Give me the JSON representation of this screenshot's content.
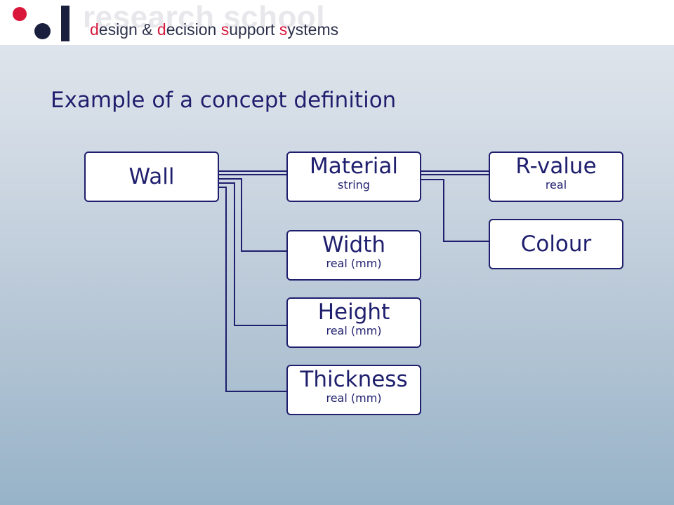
{
  "header": {
    "brand_watermark": "research school",
    "tagline": {
      "parts": [
        {
          "text": "d",
          "accent": true
        },
        {
          "text": "esign & ",
          "accent": false
        },
        {
          "text": "d",
          "accent": true
        },
        {
          "text": "ecision ",
          "accent": false
        },
        {
          "text": "s",
          "accent": true
        },
        {
          "text": "upport ",
          "accent": false
        },
        {
          "text": "s",
          "accent": true
        },
        {
          "text": "ystems",
          "accent": false
        }
      ]
    }
  },
  "slide": {
    "title": "Example of a concept definition"
  },
  "diagram": {
    "nodes": {
      "wall": {
        "name": "Wall",
        "type": ""
      },
      "material": {
        "name": "Material",
        "type": "string"
      },
      "rvalue": {
        "name": "R-value",
        "type": "real"
      },
      "colour": {
        "name": "Colour",
        "type": ""
      },
      "width": {
        "name": "Width",
        "type": "real (mm)"
      },
      "height": {
        "name": "Height",
        "type": "real (mm)"
      },
      "thickness": {
        "name": "Thickness",
        "type": "real (mm)"
      }
    },
    "edges": [
      {
        "from": "Wall",
        "to": "Material"
      },
      {
        "from": "Wall",
        "to": "Width"
      },
      {
        "from": "Wall",
        "to": "Height"
      },
      {
        "from": "Wall",
        "to": "Thickness"
      },
      {
        "from": "Material",
        "to": "R-value"
      },
      {
        "from": "Material",
        "to": "Colour"
      }
    ]
  },
  "colors": {
    "accent": "#d8173a",
    "navy": "#1f1f6e",
    "logo_dark": "#1a1f3d"
  }
}
